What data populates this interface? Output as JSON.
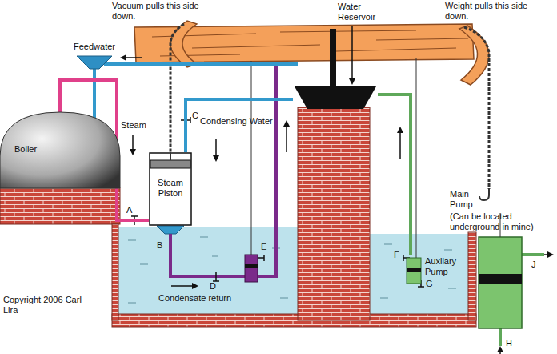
{
  "diagram": {
    "nodes": [
      {
        "text": [
          "Boiler"
        ]
      },
      {
        "text": [
          "Steam Piston"
        ]
      },
      {
        "text": [
          "Water Reservoir"
        ]
      },
      {
        "text": [
          "Auxilary Pump"
        ]
      },
      {
        "text": [
          "Main Pump",
          "(Can be located underground in mine)"
        ]
      }
    ],
    "edges": [
      {
        "from": 0,
        "to": 1,
        "arrow": "none"
      },
      {
        "from": 2,
        "to": 1,
        "arrow": "none"
      },
      {
        "from": 3,
        "to": 2,
        "arrow": "none"
      }
    ],
    "labels": [
      "Vacuum pulls this side down.",
      "Weight pulls this side down.",
      "Feedwater",
      "Steam",
      "C",
      "Condensing Water",
      "A",
      "B",
      "D",
      "E",
      "F",
      "G",
      "H",
      "J",
      "Condensate return",
      "Copyright 2006 Carl Lira"
    ]
  }
}
